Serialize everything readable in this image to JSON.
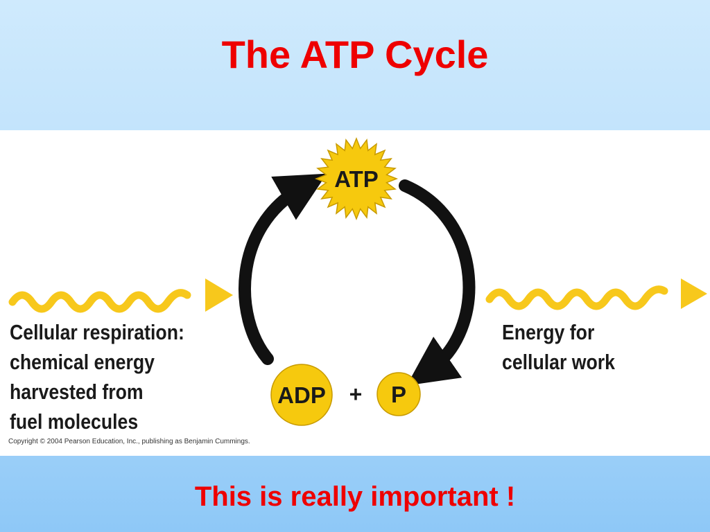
{
  "title": "The ATP Cycle",
  "diagram": {
    "atp_label": "ATP",
    "adp_label": "ADP",
    "plus_sign": "+",
    "p_label": "P",
    "left_text": [
      "Cellular respiration:",
      "chemical energy",
      "harvested from",
      "fuel molecules"
    ],
    "right_text": [
      "Energy for",
      "cellular work"
    ],
    "copyright": "Copyright © 2004 Pearson Education, Inc., publishing as Benjamin Cummings."
  },
  "footer": "This is really important !",
  "colors": {
    "title_red": "#ee0000",
    "molecule_yellow": "#f6c90e",
    "arrow_black": "#111111",
    "wave_yellow": "#f7c81c"
  }
}
